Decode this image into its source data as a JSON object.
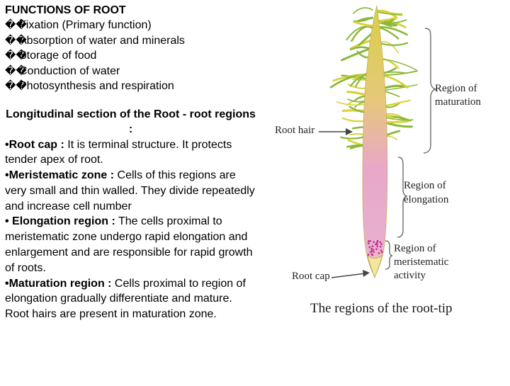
{
  "heading": "FUNCTIONS OF ROOT",
  "functions": [
    {
      "glyph": "��",
      "text": "Fixation (Primary function)"
    },
    {
      "glyph": "��",
      "text": "Absorption of water and minerals"
    },
    {
      "glyph": "��",
      "text": "Storage of food"
    },
    {
      "glyph": "��",
      "text": "Conduction of water"
    },
    {
      "glyph": "��",
      "text": "Photosynthesis and respiration"
    }
  ],
  "section_title": "Longitudinal section of the Root - root regions :",
  "paragraphs": [
    {
      "term": "•Root cap :",
      "text": " It is terminal structure. It protects tender apex of root."
    },
    {
      "term": "•Meristematic zone :",
      "text": " Cells of this regions are very small and thin walled. They divide repeatedly and increase cell number"
    },
    {
      "term": "• Elongation region :",
      "text": " The cells proximal to meristematic zone undergo rapid elongation and enlargement and are responsible for rapid growth of roots."
    },
    {
      "term": "•Maturation region :",
      "text": " Cells proximal to region of elongation gradually differentiate and mature. Root hairs are present in maturation zone."
    }
  ],
  "figure": {
    "labels": {
      "maturation": "Region of maturation",
      "root_hair": "Root hair",
      "elongation": "Region of elongation",
      "meristematic": "Region of meristematic activity",
      "root_cap": "Root cap"
    },
    "caption": "The regions of the root-tip",
    "colors": {
      "hair_green": "#8bb83a",
      "hair_yellow": "#d9d23c",
      "root_pink": "#e9a7c9",
      "tip_magenta": "#c02a8a",
      "cap_yellow": "#f0e39a"
    }
  }
}
